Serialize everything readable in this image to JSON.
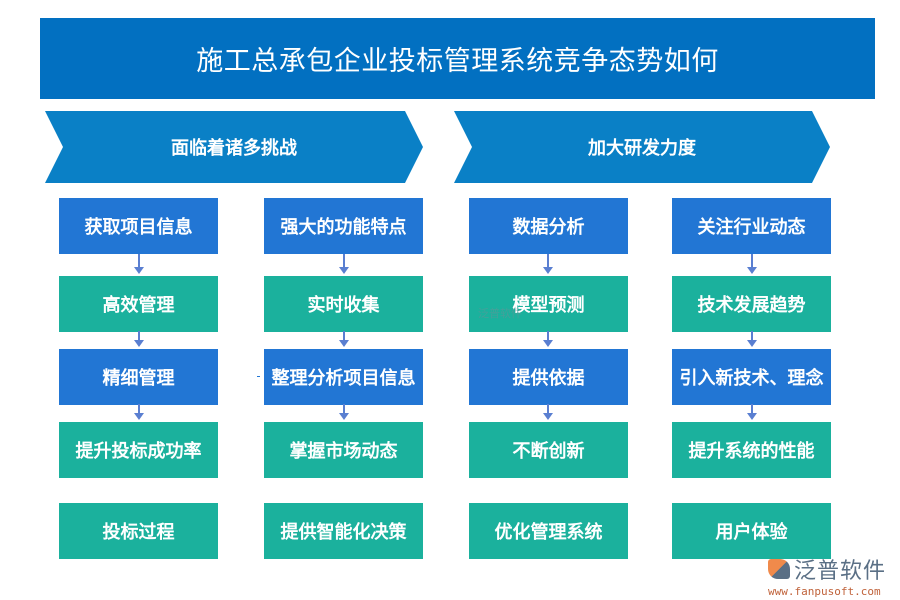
{
  "title": "施工总承包企业投标管理系统竞争态势如何",
  "sections": [
    {
      "label": "面临着诸多挑战"
    },
    {
      "label": "加大研发力度"
    }
  ],
  "columns": [
    {
      "items": [
        "获取项目信息",
        "高效管理",
        "精细管理",
        "提升投标成功率",
        "投标过程"
      ]
    },
    {
      "items": [
        "强大的功能特点",
        "实时收集",
        "整理分析项目信息",
        "掌握市场动态",
        "提供智能化决策"
      ]
    },
    {
      "items": [
        "数据分析",
        "模型预测",
        "提供依据",
        "不断创新",
        "优化管理系统"
      ]
    },
    {
      "items": [
        "关注行业动态",
        "技术发展趋势",
        "引入新技术、理念",
        "提升系统的性能",
        "用户体验"
      ]
    }
  ],
  "colors": {
    "title_bg": "#0270c1",
    "chevron_bg": "#0a80c6",
    "blue_box": "#2276d4",
    "teal_box": "#1bb19d",
    "arrow": "#5a7fd1"
  },
  "watermark": {
    "small": "泛普软件",
    "brand": "泛普软件",
    "url": "www.fanpusoft.com"
  }
}
